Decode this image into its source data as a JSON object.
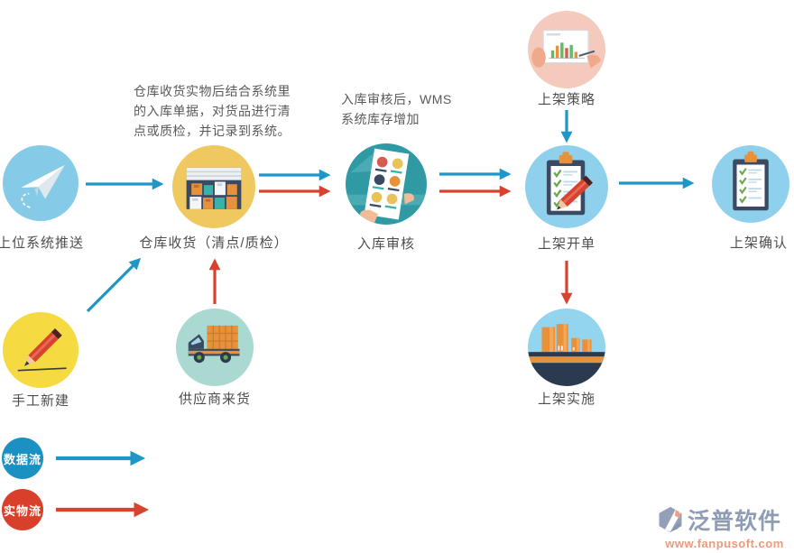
{
  "nodes": [
    {
      "id": "push",
      "label": "上位系统推送"
    },
    {
      "id": "warehouse",
      "label": "仓库收货（清点/质检）"
    },
    {
      "id": "audit",
      "label": "入库审核"
    },
    {
      "id": "strategy",
      "label": "上架策略"
    },
    {
      "id": "order",
      "label": "上架开单"
    },
    {
      "id": "confirm",
      "label": "上架确认"
    },
    {
      "id": "manual",
      "label": "手工新建"
    },
    {
      "id": "supplier",
      "label": "供应商来货"
    },
    {
      "id": "implement",
      "label": "上架实施"
    }
  ],
  "notes": {
    "receiving": "仓库收货实物后结合系统里\n的入库单据，对货品进行清\n点或质检，并记录到系统。",
    "audit": "入库审核后，WMS\n系统库存增加"
  },
  "legend": {
    "data_flow": {
      "label": "数据流",
      "color": "#1a90c3"
    },
    "physical_flow": {
      "label": "实物流",
      "color": "#d8402b"
    }
  },
  "flows": [
    {
      "from": "上位系统推送",
      "to": "仓库收货",
      "type": "数据流"
    },
    {
      "from": "手工新建",
      "to": "仓库收货",
      "type": "数据流"
    },
    {
      "from": "供应商来货",
      "to": "仓库收货",
      "type": "实物流"
    },
    {
      "from": "仓库收货",
      "to": "入库审核",
      "type": "数据流"
    },
    {
      "from": "仓库收货",
      "to": "入库审核",
      "type": "实物流"
    },
    {
      "from": "入库审核",
      "to": "上架开单",
      "type": "数据流"
    },
    {
      "from": "入库审核",
      "to": "上架开单",
      "type": "实物流"
    },
    {
      "from": "上架策略",
      "to": "上架开单",
      "type": "数据流"
    },
    {
      "from": "上架开单",
      "to": "上架确认",
      "type": "数据流"
    },
    {
      "from": "上架开单",
      "to": "上架实施",
      "type": "实物流"
    }
  ],
  "palette": {
    "data_arrow": "#1e96c8",
    "physical_arrow": "#d8432f",
    "push_circle": "#85cbe8",
    "warehouse_circle": "#f0c860",
    "audit_circle": "#2f9aa3",
    "strategy_circle": "#f3cabb",
    "order_circle": "#8fd1ed",
    "manual_circle": "#f6da41",
    "supplier_circle": "#a9d9d0",
    "implement_circle": "#93d4ef"
  },
  "footer": {
    "brand": "泛普软件",
    "url": "www.fanpusoft.com"
  }
}
